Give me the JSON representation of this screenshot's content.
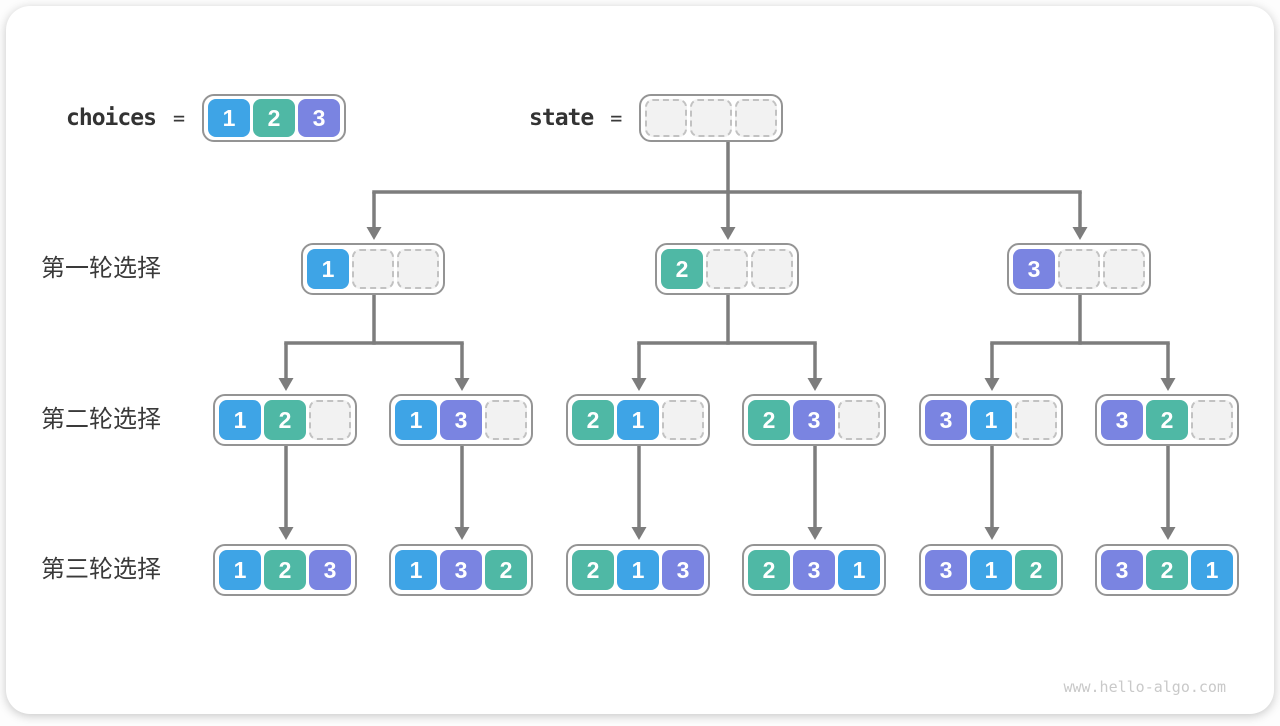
{
  "header": {
    "choices_label": "choices",
    "equals_sign": "=",
    "choices": [
      1,
      2,
      3
    ],
    "state_label": "state",
    "state": [
      null,
      null,
      null
    ]
  },
  "rows": [
    {
      "label": "第一轮选择",
      "boxes": [
        [
          1,
          null,
          null
        ],
        [
          2,
          null,
          null
        ],
        [
          3,
          null,
          null
        ]
      ]
    },
    {
      "label": "第二轮选择",
      "boxes": [
        [
          1,
          2,
          null
        ],
        [
          1,
          3,
          null
        ],
        [
          2,
          1,
          null
        ],
        [
          2,
          3,
          null
        ],
        [
          3,
          1,
          null
        ],
        [
          3,
          2,
          null
        ]
      ]
    },
    {
      "label": "第三轮选择",
      "boxes": [
        [
          1,
          2,
          3
        ],
        [
          1,
          3,
          2
        ],
        [
          2,
          1,
          3
        ],
        [
          2,
          3,
          1
        ],
        [
          3,
          1,
          2
        ],
        [
          3,
          2,
          1
        ]
      ]
    }
  ],
  "colors": {
    "value_1": "#3ea4e6",
    "value_2": "#4fb8a5",
    "value_3": "#7a84e1",
    "empty_cell_fill": "#f2f2f2",
    "empty_cell_border": "#c2c2c2",
    "box_border": "#949494",
    "arrow": "#7d7d7d",
    "text": "#3a3a3a",
    "watermark": "#c9c9c9"
  },
  "footer": {
    "watermark": "www.hello-algo.com"
  }
}
